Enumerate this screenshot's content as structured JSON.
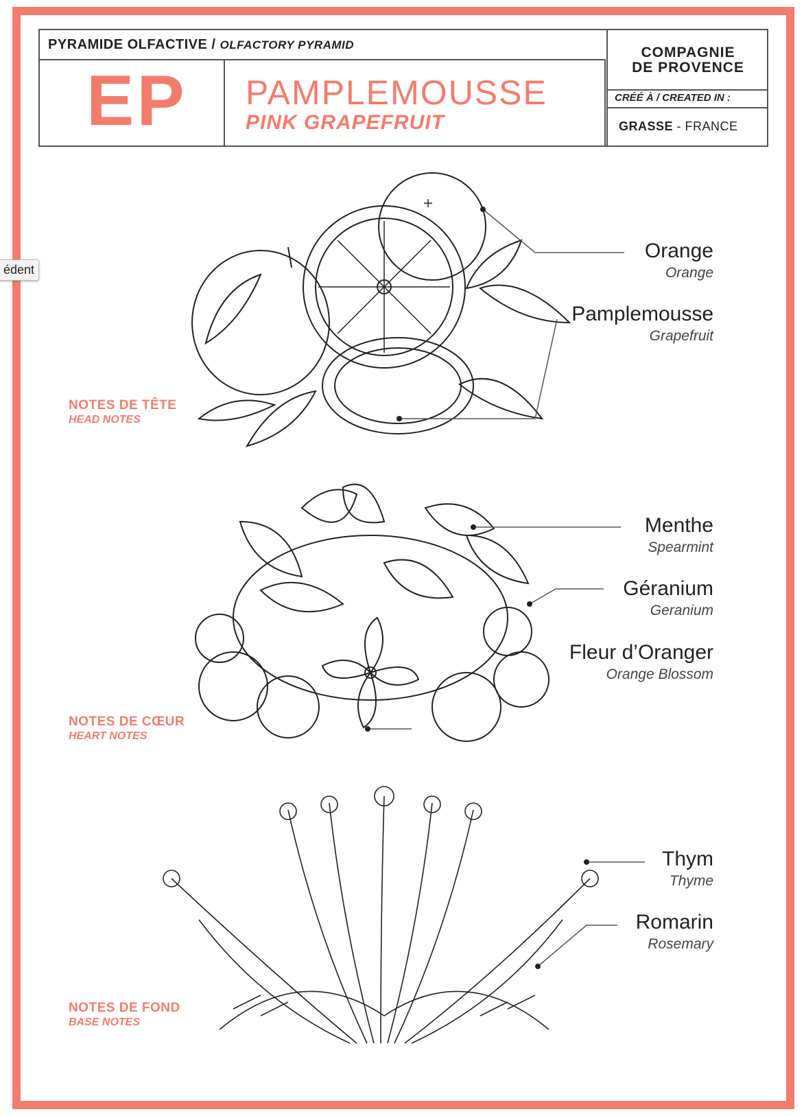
{
  "header": {
    "pyramid_title_fr": "PYRAMIDE OLFACTIVE /",
    "pyramid_title_en": "OLFACTORY PYRAMID",
    "code": "EP",
    "name_fr": "PAMPLEMOUSSE",
    "name_en": "PINK GRAPEFRUIT",
    "brand_line1": "COMPAGNIE",
    "brand_line2": "DE PROVENCE",
    "created_label": "CRÉÉ À / CREATED IN :",
    "origin_city": "GRASSE",
    "origin_sep": " - ",
    "origin_country": "FRANCE"
  },
  "tiers": {
    "head": {
      "fr": "NOTES DE TÊTE",
      "en": "HEAD NOTES"
    },
    "heart": {
      "fr": "NOTES DE CŒUR",
      "en": "HEART NOTES"
    },
    "base": {
      "fr": "NOTES DE FOND",
      "en": "BASE NOTES"
    }
  },
  "notes": {
    "orange": {
      "fr": "Orange",
      "en": "Orange"
    },
    "grapefruit": {
      "fr": "Pamplemousse",
      "en": "Grapefruit"
    },
    "menthe": {
      "fr": "Menthe",
      "en": "Spearmint"
    },
    "geranium": {
      "fr": "Géranium",
      "en": "Geranium"
    },
    "fleur": {
      "fr": "Fleur d’Oranger",
      "en": "Orange Blossom"
    },
    "thym": {
      "fr": "Thym",
      "en": "Thyme"
    },
    "romarin": {
      "fr": "Romarin",
      "en": "Rosemary"
    }
  },
  "tooltip": {
    "text": "édent"
  },
  "colors": {
    "accent": "#f47c6c",
    "ink": "#222222"
  }
}
